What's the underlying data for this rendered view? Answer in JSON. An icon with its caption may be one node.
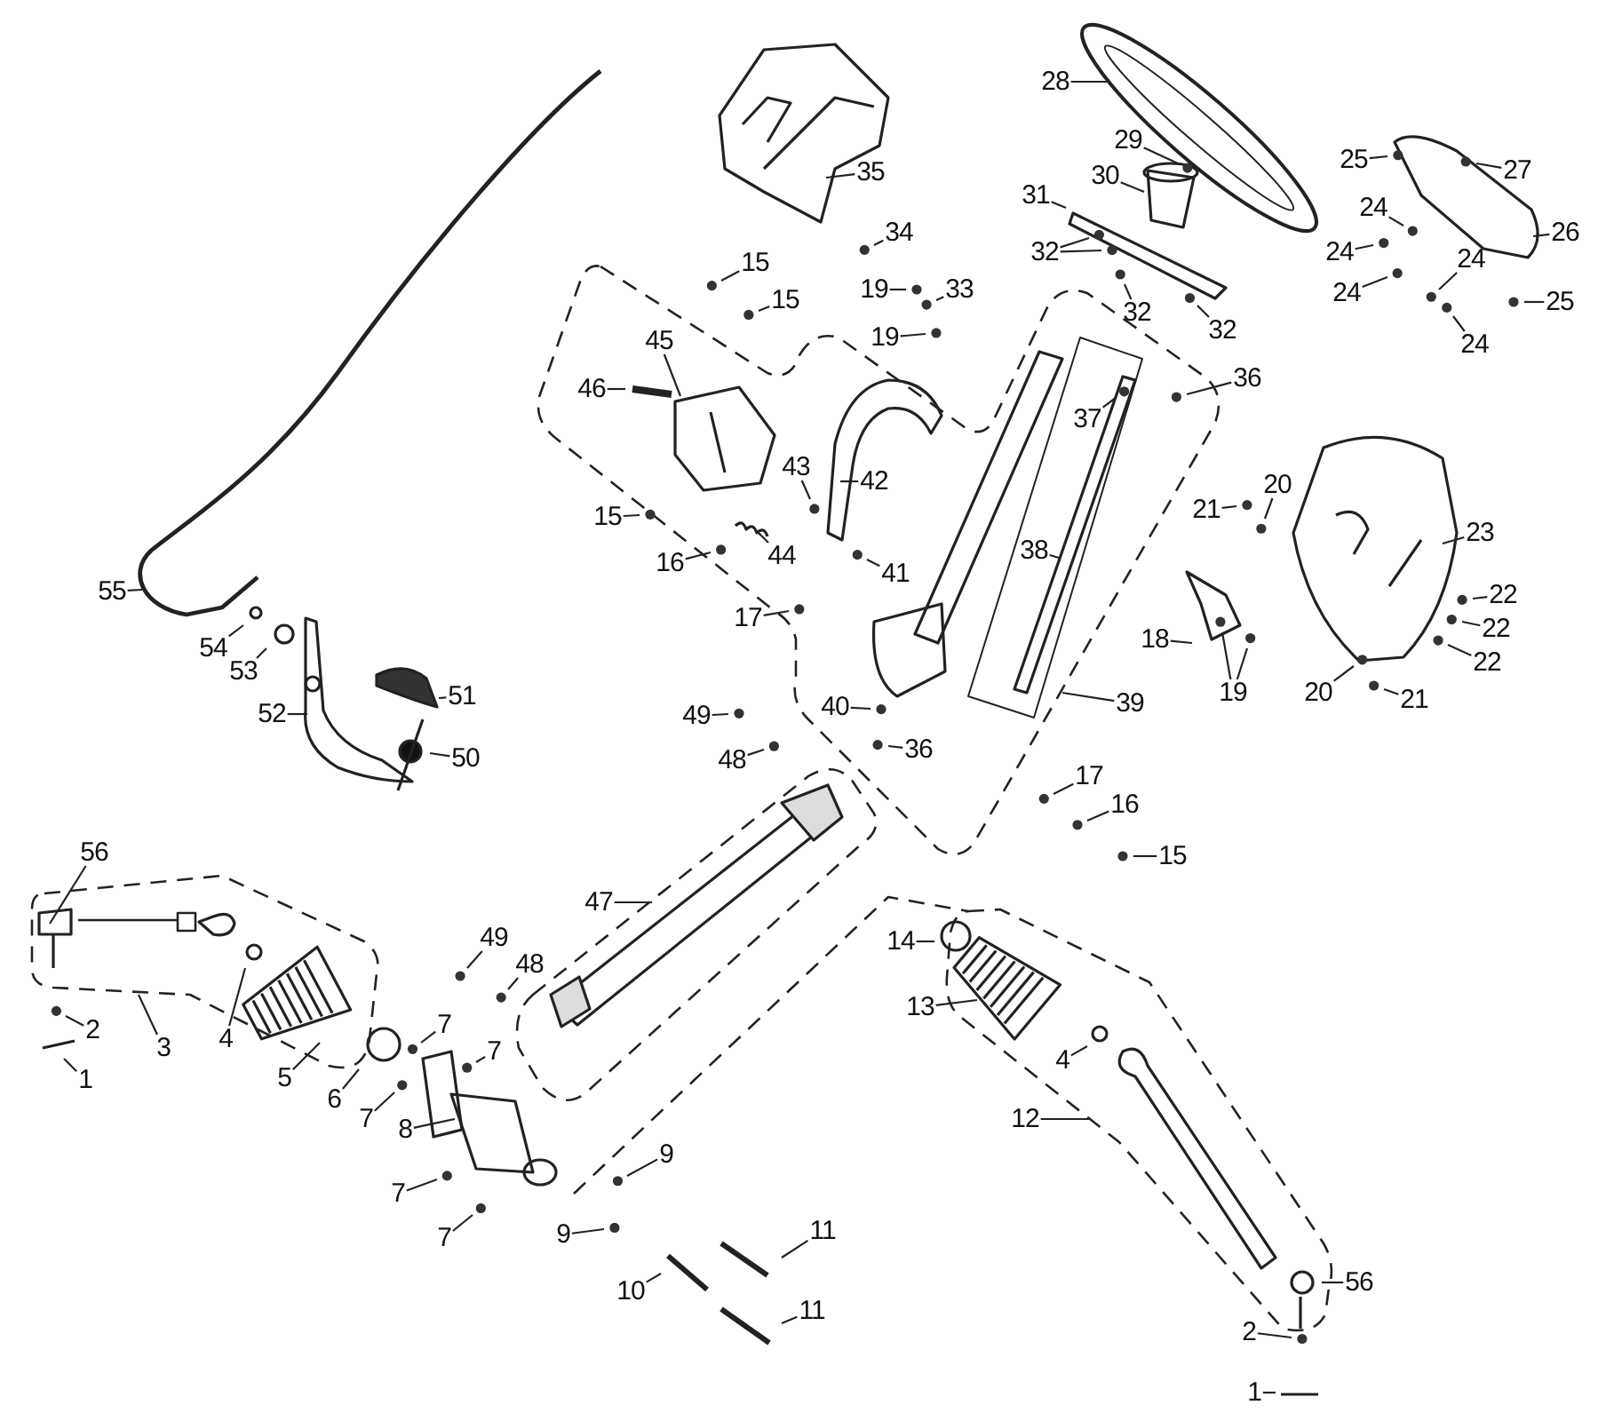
{
  "diagram": {
    "nodes": [
      {
        "text": [
          "28"
        ]
      },
      {
        "text": [
          "29"
        ]
      },
      {
        "text": [
          "25"
        ]
      },
      {
        "text": [
          "27"
        ]
      },
      {
        "text": [
          "35"
        ]
      },
      {
        "text": [
          "30"
        ]
      },
      {
        "text": [
          "31"
        ]
      },
      {
        "text": [
          "24"
        ]
      },
      {
        "text": [
          "34"
        ]
      },
      {
        "text": [
          "26"
        ]
      },
      {
        "text": [
          "32"
        ]
      },
      {
        "text": [
          "24"
        ]
      },
      {
        "text": [
          "15"
        ]
      },
      {
        "text": [
          "24"
        ]
      },
      {
        "text": [
          "19"
        ]
      },
      {
        "text": [
          "33"
        ]
      },
      {
        "text": [
          "24"
        ]
      },
      {
        "text": [
          "25"
        ]
      },
      {
        "text": [
          "15"
        ]
      },
      {
        "text": [
          "32"
        ]
      },
      {
        "text": [
          "32"
        ]
      },
      {
        "text": [
          "19"
        ]
      },
      {
        "text": [
          "24"
        ]
      },
      {
        "text": [
          "45"
        ]
      },
      {
        "text": [
          "36"
        ]
      },
      {
        "text": [
          "46"
        ]
      },
      {
        "text": [
          "37"
        ]
      },
      {
        "text": [
          "43"
        ]
      },
      {
        "text": [
          "42"
        ]
      },
      {
        "text": [
          "20"
        ]
      },
      {
        "text": [
          "15"
        ]
      },
      {
        "text": [
          "21"
        ]
      },
      {
        "text": [
          "23"
        ]
      },
      {
        "text": [
          "38"
        ]
      },
      {
        "text": [
          "44"
        ]
      },
      {
        "text": [
          "16"
        ]
      },
      {
        "text": [
          "41"
        ]
      },
      {
        "text": [
          "55"
        ]
      },
      {
        "text": [
          "22"
        ]
      },
      {
        "text": [
          "17"
        ]
      },
      {
        "text": [
          "22"
        ]
      },
      {
        "text": [
          "18"
        ]
      },
      {
        "text": [
          "54"
        ]
      },
      {
        "text": [
          "22"
        ]
      },
      {
        "text": [
          "53"
        ]
      },
      {
        "text": [
          "19"
        ]
      },
      {
        "text": [
          "20"
        ]
      },
      {
        "text": [
          "51"
        ]
      },
      {
        "text": [
          "39"
        ]
      },
      {
        "text": [
          "21"
        ]
      },
      {
        "text": [
          "40"
        ]
      },
      {
        "text": [
          "52"
        ]
      },
      {
        "text": [
          "49"
        ]
      },
      {
        "text": [
          "36"
        ]
      },
      {
        "text": [
          "50"
        ]
      },
      {
        "text": [
          "48"
        ]
      },
      {
        "text": [
          "17"
        ]
      },
      {
        "text": [
          "16"
        ]
      },
      {
        "text": [
          "56"
        ]
      },
      {
        "text": [
          "15"
        ]
      },
      {
        "text": [
          "47"
        ]
      },
      {
        "text": [
          "49"
        ]
      },
      {
        "text": [
          "14"
        ]
      },
      {
        "text": [
          "48"
        ]
      },
      {
        "text": [
          "13"
        ]
      },
      {
        "text": [
          "4"
        ]
      },
      {
        "text": [
          "7"
        ]
      },
      {
        "text": [
          "2"
        ]
      },
      {
        "text": [
          "3"
        ]
      },
      {
        "text": [
          "7"
        ]
      },
      {
        "text": [
          "4"
        ]
      },
      {
        "text": [
          "5"
        ]
      },
      {
        "text": [
          "1"
        ]
      },
      {
        "text": [
          "6"
        ]
      },
      {
        "text": [
          "7"
        ]
      },
      {
        "text": [
          "12"
        ]
      },
      {
        "text": [
          "8"
        ]
      },
      {
        "text": [
          "9"
        ]
      },
      {
        "text": [
          "7"
        ]
      },
      {
        "text": [
          "7"
        ]
      },
      {
        "text": [
          "11"
        ]
      },
      {
        "text": [
          "9"
        ]
      },
      {
        "text": [
          "56"
        ]
      },
      {
        "text": [
          "10"
        ]
      },
      {
        "text": [
          "11"
        ]
      },
      {
        "text": [
          "2"
        ]
      },
      {
        "text": [
          "1"
        ]
      }
    ],
    "edges": [
      {
        "from": 0,
        "to": null,
        "arrow": "none"
      },
      {
        "from": 1,
        "to": null,
        "arrow": "none"
      },
      {
        "from": 2,
        "to": null,
        "arrow": "none"
      },
      {
        "from": 3,
        "to": null,
        "arrow": "none"
      },
      {
        "from": 4,
        "to": null,
        "arrow": "none"
      },
      {
        "from": 5,
        "to": null,
        "arrow": "none"
      },
      {
        "from": 6,
        "to": null,
        "arrow": "none"
      },
      {
        "from": 7,
        "to": null,
        "arrow": "none"
      },
      {
        "from": 8,
        "to": null,
        "arrow": "none"
      },
      {
        "from": 9,
        "to": null,
        "arrow": "none"
      },
      {
        "from": 10,
        "to": null,
        "arrow": "none"
      },
      {
        "from": 10,
        "to": null,
        "arrow": "none"
      },
      {
        "from": 11,
        "to": null,
        "arrow": "none"
      },
      {
        "from": 12,
        "to": null,
        "arrow": "none"
      },
      {
        "from": 13,
        "to": null,
        "arrow": "none"
      },
      {
        "from": 14,
        "to": null,
        "arrow": "none"
      },
      {
        "from": 15,
        "to": null,
        "arrow": "none"
      },
      {
        "from": 16,
        "to": null,
        "arrow": "none"
      },
      {
        "from": 17,
        "to": null,
        "arrow": "none"
      },
      {
        "from": 18,
        "to": null,
        "arrow": "none"
      },
      {
        "from": 19,
        "to": null,
        "arrow": "none"
      },
      {
        "from": 20,
        "to": null,
        "arrow": "none"
      },
      {
        "from": 21,
        "to": null,
        "arrow": "none"
      },
      {
        "from": 22,
        "to": null,
        "arrow": "none"
      },
      {
        "from": 23,
        "to": null,
        "arrow": "none"
      },
      {
        "from": 24,
        "to": null,
        "arrow": "none"
      },
      {
        "from": 25,
        "to": null,
        "arrow": "none"
      },
      {
        "from": 26,
        "to": null,
        "arrow": "none"
      },
      {
        "from": 27,
        "to": null,
        "arrow": "none"
      },
      {
        "from": 28,
        "to": null,
        "arrow": "none"
      },
      {
        "from": 29,
        "to": null,
        "arrow": "none"
      },
      {
        "from": 30,
        "to": null,
        "arrow": "none"
      },
      {
        "from": 31,
        "to": null,
        "arrow": "none"
      },
      {
        "from": 32,
        "to": null,
        "arrow": "none"
      },
      {
        "from": 33,
        "to": null,
        "arrow": "none"
      },
      {
        "from": 34,
        "to": null,
        "arrow": "none"
      },
      {
        "from": 35,
        "to": null,
        "arrow": "none"
      },
      {
        "from": 36,
        "to": null,
        "arrow": "none"
      },
      {
        "from": 37,
        "to": null,
        "arrow": "none"
      },
      {
        "from": 38,
        "to": null,
        "arrow": "none"
      },
      {
        "from": 39,
        "to": null,
        "arrow": "none"
      },
      {
        "from": 40,
        "to": null,
        "arrow": "none"
      },
      {
        "from": 41,
        "to": null,
        "arrow": "none"
      },
      {
        "from": 42,
        "to": null,
        "arrow": "none"
      },
      {
        "from": 43,
        "to": null,
        "arrow": "none"
      },
      {
        "from": 44,
        "to": null,
        "arrow": "none"
      },
      {
        "from": 45,
        "to": null,
        "arrow": "none"
      },
      {
        "from": 45,
        "to": null,
        "arrow": "none"
      },
      {
        "from": 46,
        "to": null,
        "arrow": "none"
      },
      {
        "from": 47,
        "to": null,
        "arrow": "none"
      },
      {
        "from": 48,
        "to": null,
        "arrow": "none"
      },
      {
        "from": 49,
        "to": null,
        "arrow": "none"
      },
      {
        "from": 50,
        "to": null,
        "arrow": "none"
      },
      {
        "from": 51,
        "to": null,
        "arrow": "none"
      },
      {
        "from": 52,
        "to": null,
        "arrow": "none"
      },
      {
        "from": 53,
        "to": null,
        "arrow": "none"
      },
      {
        "from": 54,
        "to": null,
        "arrow": "none"
      },
      {
        "from": 55,
        "to": null,
        "arrow": "none"
      },
      {
        "from": 56,
        "to": null,
        "arrow": "none"
      },
      {
        "from": 57,
        "to": null,
        "arrow": "none"
      },
      {
        "from": 58,
        "to": null,
        "arrow": "none"
      },
      {
        "from": 59,
        "to": null,
        "arrow": "none"
      },
      {
        "from": 60,
        "to": null,
        "arrow": "none"
      },
      {
        "from": 61,
        "to": null,
        "arrow": "none"
      },
      {
        "from": 62,
        "to": null,
        "arrow": "none"
      },
      {
        "from": 63,
        "to": null,
        "arrow": "none"
      },
      {
        "from": 64,
        "to": null,
        "arrow": "none"
      },
      {
        "from": 65,
        "to": null,
        "arrow": "none"
      },
      {
        "from": 66,
        "to": null,
        "arrow": "none"
      },
      {
        "from": 67,
        "to": null,
        "arrow": "none"
      },
      {
        "from": 68,
        "to": null,
        "arrow": "none"
      },
      {
        "from": 69,
        "to": null,
        "arrow": "none"
      },
      {
        "from": 70,
        "to": null,
        "arrow": "none"
      },
      {
        "from": 71,
        "to": null,
        "arrow": "none"
      },
      {
        "from": 72,
        "to": null,
        "arrow": "none"
      },
      {
        "from": 73,
        "to": null,
        "arrow": "none"
      },
      {
        "from": 74,
        "to": null,
        "arrow": "none"
      },
      {
        "from": 75,
        "to": null,
        "arrow": "none"
      },
      {
        "from": 76,
        "to": null,
        "arrow": "none"
      },
      {
        "from": 77,
        "to": null,
        "arrow": "none"
      },
      {
        "from": 78,
        "to": null,
        "arrow": "none"
      },
      {
        "from": 79,
        "to": null,
        "arrow": "none"
      },
      {
        "from": 80,
        "to": null,
        "arrow": "none"
      },
      {
        "from": 81,
        "to": null,
        "arrow": "none"
      },
      {
        "from": 82,
        "to": null,
        "arrow": "none"
      },
      {
        "from": 83,
        "to": null,
        "arrow": "none"
      },
      {
        "from": 84,
        "to": null,
        "arrow": "none"
      },
      {
        "from": 85,
        "to": null,
        "arrow": "none"
      },
      {
        "from": 86,
        "to": null,
        "arrow": "none"
      }
    ]
  }
}
